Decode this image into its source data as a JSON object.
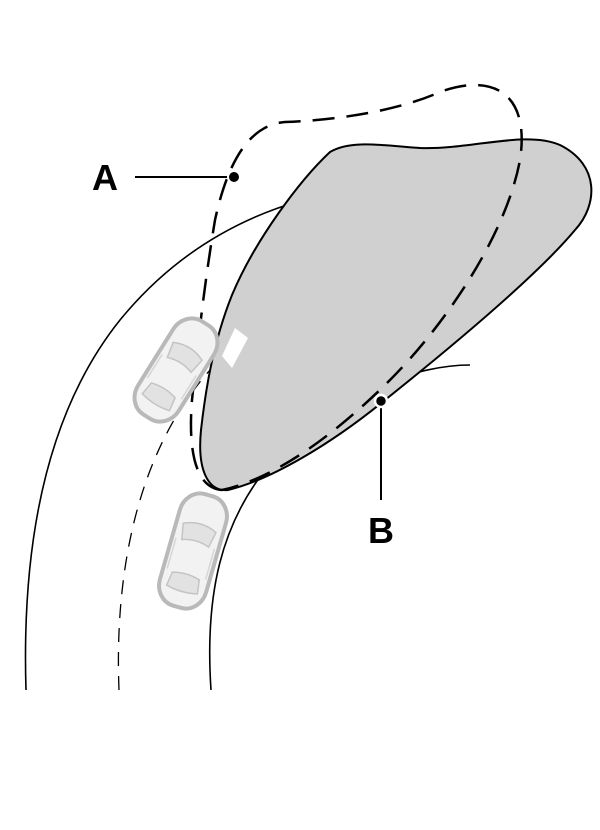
{
  "labels": {
    "a": "A",
    "b": "B"
  },
  "colors": {
    "line": "#000000",
    "zone_fill": "#d0d0d0",
    "car_body": "#f2f2f2",
    "car_outline": "#b9b9b9",
    "background": "#ffffff"
  },
  "legend_meaning": {
    "a": "dashed-outline-zone",
    "b": "shaded-zone"
  },
  "icons": {
    "vehicle": "car-top-view-icon"
  }
}
